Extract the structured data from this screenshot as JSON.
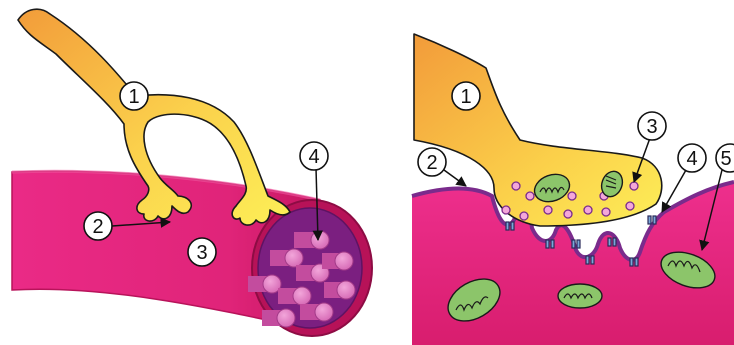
{
  "left_panel": {
    "labels": [
      "1",
      "2",
      "3",
      "4"
    ]
  },
  "right_panel": {
    "labels": [
      "1",
      "2",
      "3",
      "4",
      "5"
    ]
  },
  "colors": {
    "axon_light": "#fcee56",
    "axon_dark": "#f2a43e",
    "muscle_light": "#ee2d8a",
    "muscle_dark": "#c9145f",
    "membrane": "#7a2b8c",
    "fibril": "#e477c1",
    "vesicle": "#f4a7d9",
    "mitochondria": "#8cc56a"
  }
}
